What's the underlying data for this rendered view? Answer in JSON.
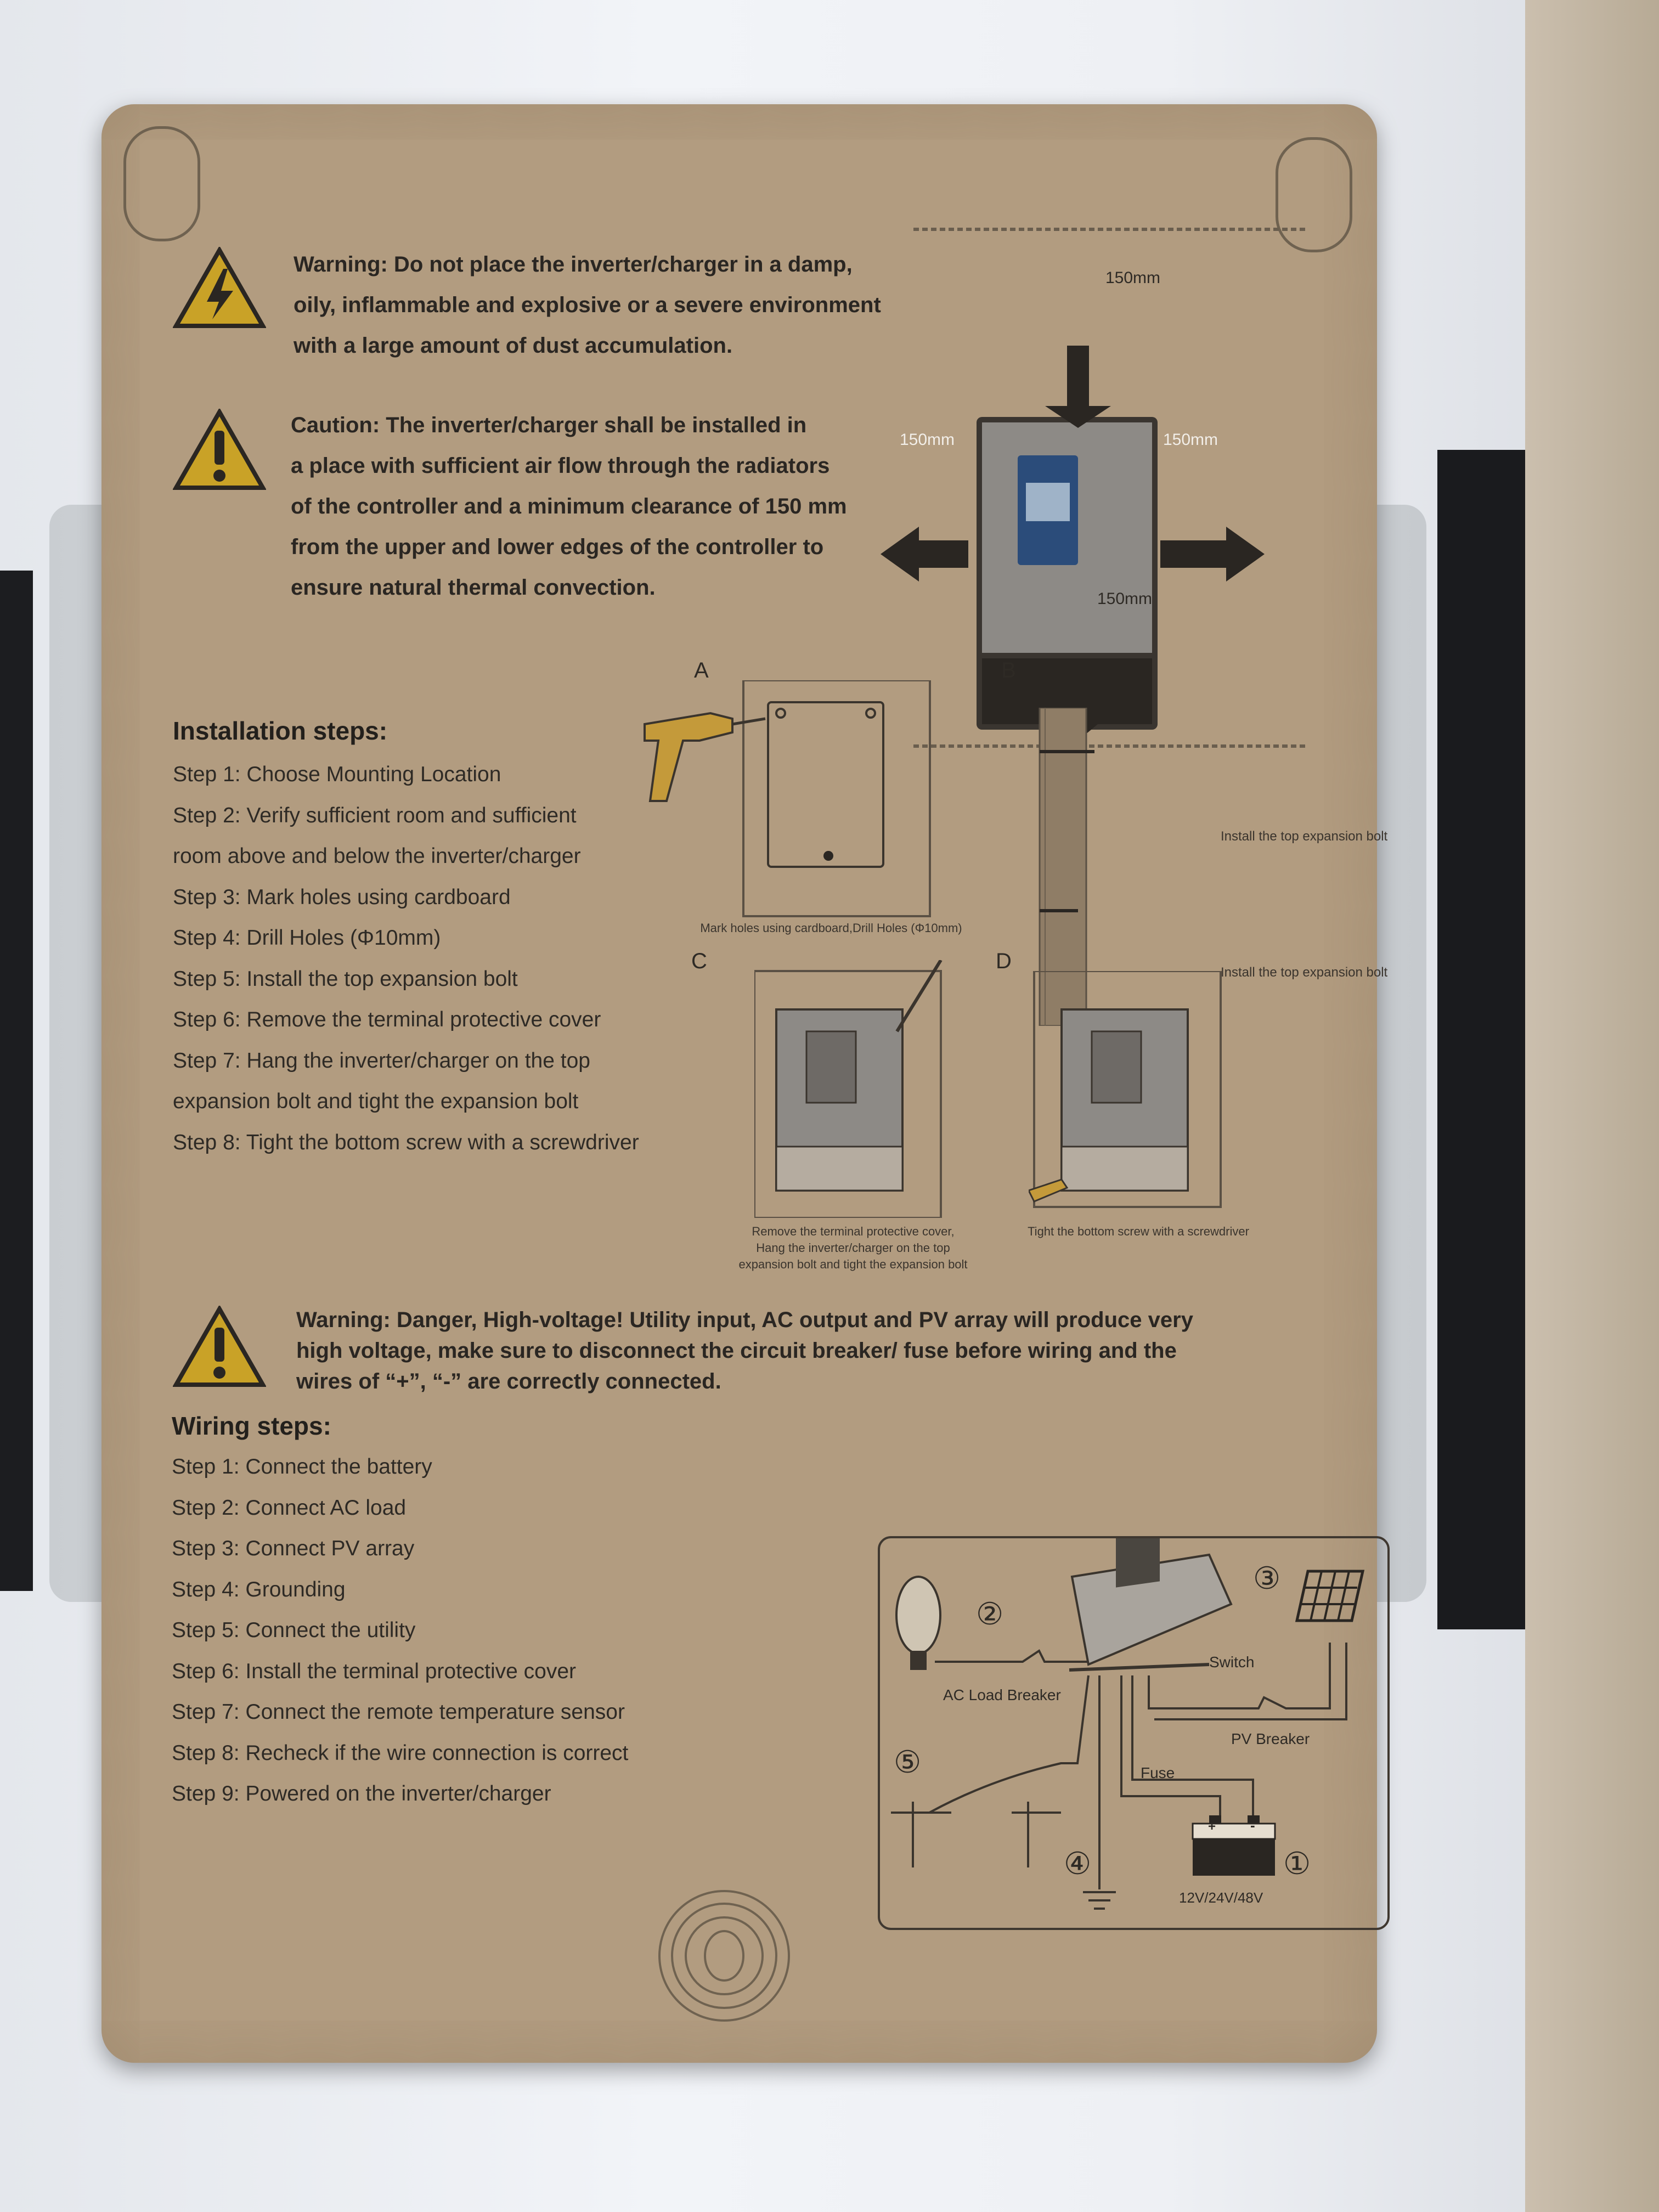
{
  "warning1": {
    "lines": [
      "Warning: Do not place the inverter/charger in a damp,",
      "oily, inflammable and explosive or a severe environment",
      "with a large amount of dust accumulation."
    ]
  },
  "caution": {
    "lines": [
      "Caution: The inverter/charger shall be installed in",
      " a place with sufficient air flow through the radiators",
      "of the controller and a minimum clearance of 150 mm",
      "from the upper and lower edges of the controller to",
      "ensure natural thermal convection."
    ]
  },
  "clearance": {
    "top": "150mm",
    "left": "150mm",
    "right": "150mm",
    "bottom": "150mm"
  },
  "installation": {
    "title": "Installation steps",
    "title_suffix": ":",
    "steps": [
      "Step 1: Choose Mounting Location",
      "Step 2: Verify sufficient room and sufficient",
      "room above and below the inverter/charger",
      "Step 3: Mark holes using cardboard",
      "Step 4: Drill Holes (Φ10mm)",
      "Step 5: Install the top expansion bolt",
      "Step 6: Remove the terminal protective cover",
      "Step 7: Hang the inverter/charger on the top",
      "expansion bolt and tight the expansion bolt",
      "Step 8: Tight the bottom screw with a screwdriver"
    ]
  },
  "figures": {
    "letters": [
      "A",
      "B",
      "C",
      "D"
    ],
    "a_caption": "Mark holes using cardboard,Drill Holes (Φ10mm)",
    "b_label_top": "Install the top expansion bolt",
    "b_label_bottom": "Install the top expansion bolt",
    "c_caption": [
      "Remove the terminal protective cover,",
      "Hang the inverter/charger on the top",
      "expansion bolt and tight the expansion bolt"
    ],
    "d_caption": "Tight the bottom screw with a screwdriver"
  },
  "warning2": {
    "lines": [
      "Warning: Danger, High-voltage! Utility input, AC output and PV array will produce very",
      "high voltage, make sure to disconnect the circuit breaker/ fuse before wiring and the",
      "wires of “+”, “-” are correctly connected."
    ]
  },
  "wiring": {
    "title": "Wiring steps",
    "title_suffix": ":",
    "steps": [
      "Step 1: Connect the battery",
      "Step 2: Connect AC load",
      "Step 3: Connect PV array",
      "Step 4: Grounding",
      "Step 5: Connect the utility",
      "Step 6: Install the terminal protective cover",
      "Step 7: Connect the remote temperature sensor",
      "Step 8: Recheck if the wire connection is correct",
      "Step 9: Powered on the inverter/charger"
    ]
  },
  "diagram": {
    "num1": "①",
    "num2": "②",
    "num3": "③",
    "num4": "④",
    "num5": "⑤",
    "ac_load_breaker": "AC Load Breaker",
    "switch": "Switch",
    "pv_breaker": "PV Breaker",
    "fuse": "Fuse",
    "battery_voltage": "12V/24V/48V",
    "plus": "+",
    "minus": "-"
  },
  "colors": {
    "card": "#b29c80",
    "ink": "#2a2622",
    "warning_yellow": "#c9a227"
  }
}
